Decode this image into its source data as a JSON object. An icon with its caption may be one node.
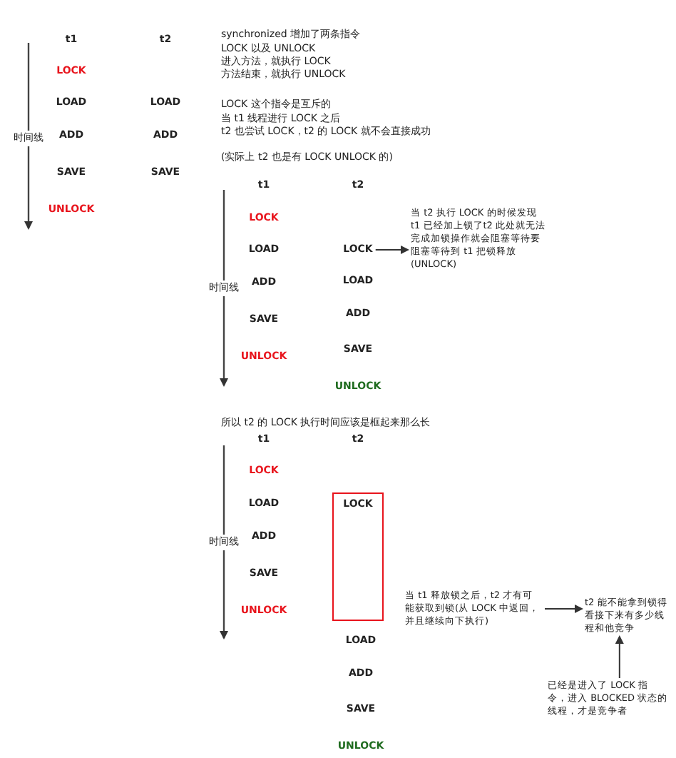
{
  "diagram": {
    "nodes": [
      {
        "text": [
          "LOCK"
        ]
      },
      {
        "text": [
          "当 t2 执行 LOCK 的时候发现 t1 已经加上锁了t2 此处就无法完成加锁操作就会阻塞等待要阻塞等待到 t1 把锁释放(UNLOCK)"
        ]
      },
      {
        "text": [
          "LOCK"
        ]
      },
      {
        "text": [
          "当 t1 释放锁之后，t2 才有可能获取到锁(从 LOCK 中返回，并且继续向下执行)"
        ]
      },
      {
        "text": [
          "t2 能不能拿到锁得看接下来有多少线程和他竞争"
        ]
      },
      {
        "text": [
          "已经是进入了 LOCK 指令，进入 BLOCKED 状态的线程，才是竞争者"
        ]
      }
    ],
    "edges": [
      {
        "from": 0,
        "to": 1,
        "arrow": "to"
      },
      {
        "from": 3,
        "to": 4,
        "arrow": "to"
      },
      {
        "from": 5,
        "to": 4,
        "arrow": "to"
      }
    ],
    "labels": [
      "t1",
      "t2",
      "synchronized 增加了两条指令",
      "LOCK 以及 UNLOCK",
      "进入方法，就执行 LOCK",
      "LOCK",
      "方法结束，就执行 UNLOCK",
      "LOAD",
      "LOAD",
      "LOCK 这个指令是互斥的",
      "当 t1 线程进行 LOCK 之后",
      "t2 也尝试 LOCK，t2 的 LOCK 就不会直接成功",
      "时间线",
      "ADD",
      "ADD",
      "(实际上 t2 也是有 LOCK UNLOCK 的)",
      "SAVE",
      "SAVE",
      "UNLOCK",
      "t1",
      "t2",
      "LOCK",
      "LOAD",
      "时间线",
      "ADD",
      "LOAD",
      "SAVE",
      "ADD",
      "UNLOCK",
      "SAVE",
      "UNLOCK",
      "所以 t2 的 LOCK 执行时间应该是框起来那么长",
      "t1",
      "t2",
      "LOCK",
      "LOAD",
      "时间线",
      "ADD",
      "SAVE",
      "UNLOCK",
      "LOAD",
      "ADD",
      "SAVE",
      "UNLOCK"
    ]
  }
}
